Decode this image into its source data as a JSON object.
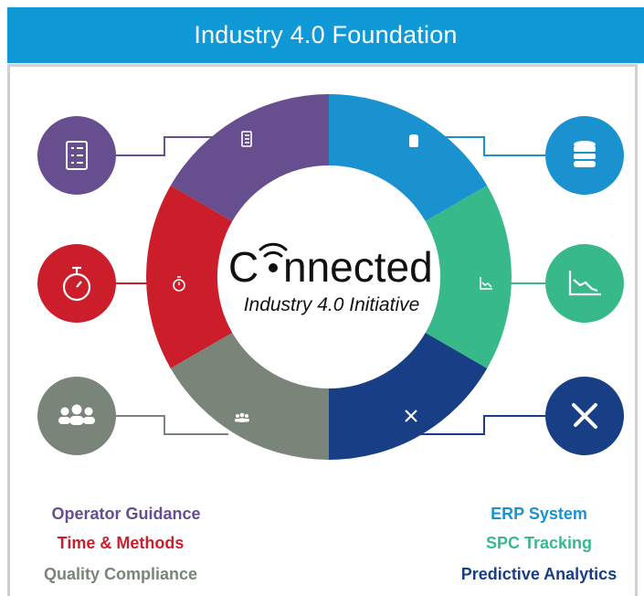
{
  "header": {
    "title": "Industry 4.0 Foundation"
  },
  "center": {
    "brand": "Cnnected",
    "brand_prefix": "C",
    "brand_suffix": "nnected",
    "subtitle": "Industry 4.0 Initiative"
  },
  "segments": [
    {
      "key": "operator",
      "label": "Operator Guidance",
      "icon": "checklist-icon",
      "color": "#674e8e"
    },
    {
      "key": "time",
      "label": "Time & Methods",
      "icon": "stopwatch-icon",
      "color": "#cc1d2b"
    },
    {
      "key": "quality",
      "label": "Quality Compliance",
      "icon": "team-icon",
      "color": "#7a8579"
    },
    {
      "key": "erp",
      "label": "ERP System",
      "icon": "database-icon",
      "color": "#1a92cf"
    },
    {
      "key": "spc",
      "label": "SPC Tracking",
      "icon": "trend-chart-icon",
      "color": "#38b98a"
    },
    {
      "key": "predictive",
      "label": "Predictive Analytics",
      "icon": "tools-icon",
      "color": "#183f86"
    }
  ],
  "legend": {
    "left": [
      "Operator Guidance",
      "Time & Methods",
      "Quality Compliance"
    ],
    "right": [
      "ERP System",
      "SPC Tracking",
      "Predictive Analytics"
    ]
  }
}
